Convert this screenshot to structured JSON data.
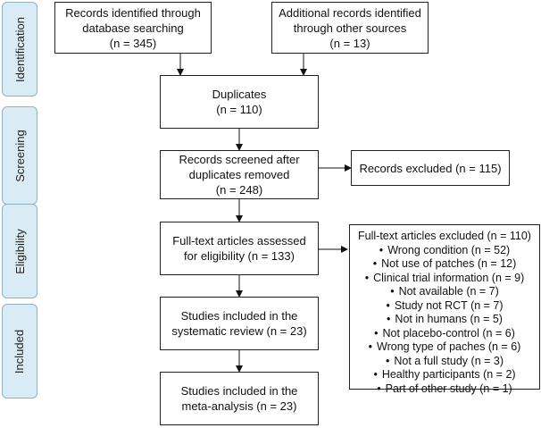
{
  "stages": {
    "identification": "Identification",
    "screening": "Screening",
    "eligibility": "Eligibility",
    "included": "Included"
  },
  "boxes": {
    "db_search": {
      "line1": "Records identified through",
      "line2": "database searching",
      "line3": "(n = 345)"
    },
    "other_sources": {
      "line1": "Additional records identified",
      "line2": "through other sources",
      "line3": "(n = 13)"
    },
    "duplicates": {
      "line1": "Duplicates",
      "line2": "(n = 110)"
    },
    "screened": {
      "line1": "Records screened after",
      "line2": "duplicates removed",
      "line3": "(n = 248)"
    },
    "excluded": {
      "line1": "Records excluded (n = 115)"
    },
    "fulltext": {
      "line1": "Full-text articles assessed",
      "line2": "for eligibility (n = 133)"
    },
    "systematic": {
      "line1": "Studies included in the",
      "line2": "systematic review (n = 23)"
    },
    "meta": {
      "line1": "Studies included in the",
      "line2": "meta-analysis (n = 23)"
    }
  },
  "fulltext_excluded": {
    "header": "Full-text articles excluded (n = 110)",
    "reasons": [
      "Wrong condition (n = 52)",
      "Not use of patches (n = 12)",
      "Clinical trial information (n = 9)",
      "Not available (n = 7)",
      "Study not RCT (n = 7)",
      "Not in humans (n = 5)",
      "Not placebo-control (n = 6)",
      "Wrong type of paches (n = 6)",
      "Not a full study (n = 3)",
      "Healthy participants (n = 2)",
      "Part of other study (n = 1)"
    ]
  }
}
